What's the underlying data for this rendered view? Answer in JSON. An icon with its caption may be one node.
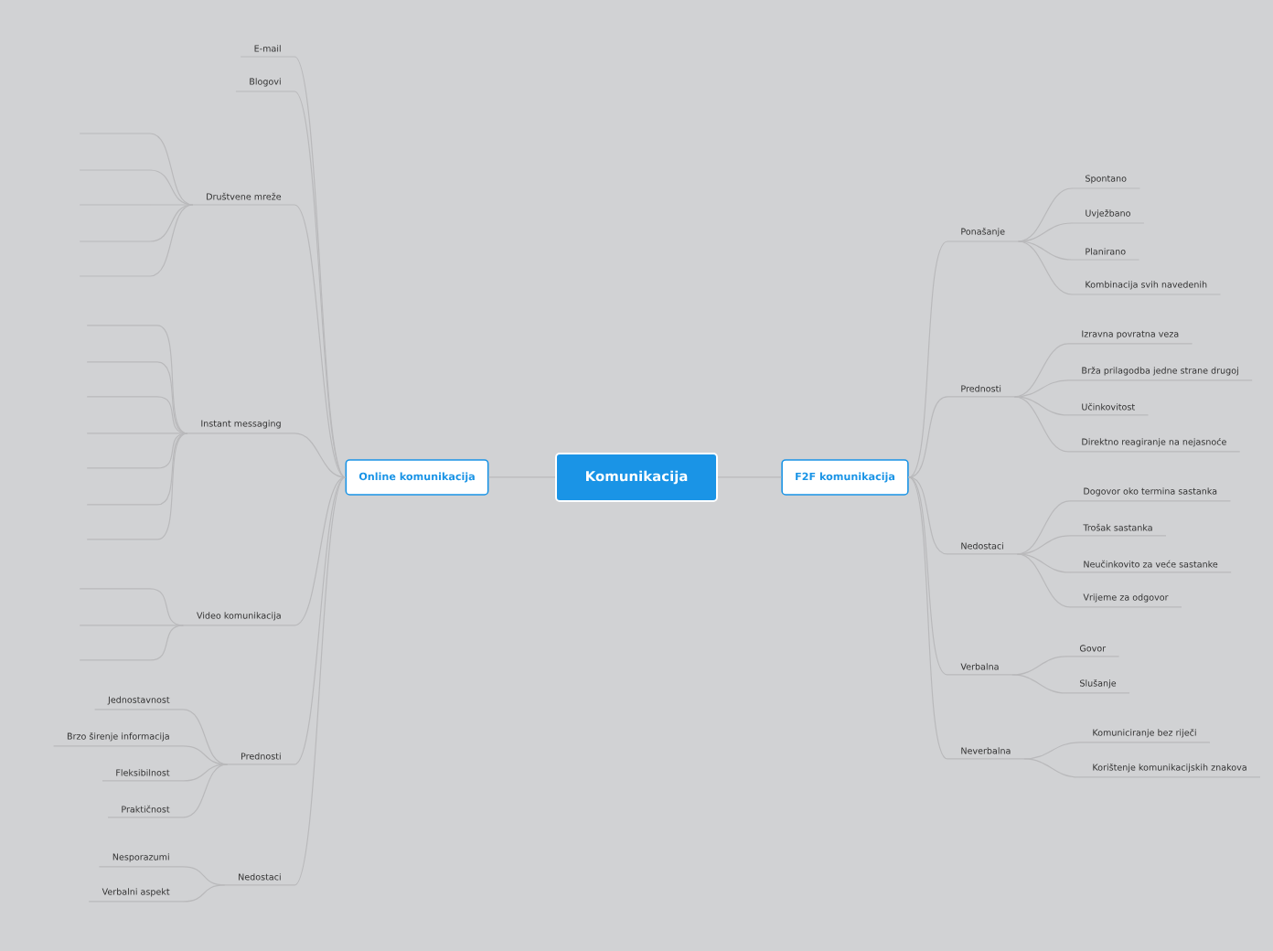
{
  "diagram": {
    "nodes": [
      {
        "text": [
          "Komunikacija"
        ]
      },
      {
        "text": [
          "Online komunikacija"
        ]
      },
      {
        "text": [
          "F2F komunikacija"
        ]
      },
      {
        "text": [
          "E-mail"
        ]
      },
      {
        "text": [
          "Blogovi"
        ]
      },
      {
        "text": [
          "Društvene mreže"
        ]
      },
      {
        "text": [],
        "shape": "line"
      },
      {
        "text": [],
        "shape": "line"
      },
      {
        "text": [],
        "shape": "line"
      },
      {
        "text": [],
        "shape": "line"
      },
      {
        "text": [],
        "shape": "line"
      },
      {
        "text": [
          "Instant messaging"
        ]
      },
      {
        "text": [],
        "shape": "line"
      },
      {
        "text": [],
        "shape": "line"
      },
      {
        "text": [],
        "shape": "line"
      },
      {
        "text": [],
        "shape": "line"
      },
      {
        "text": [],
        "shape": "line"
      },
      {
        "text": [],
        "shape": "line"
      },
      {
        "text": [],
        "shape": "line"
      },
      {
        "text": [
          "Video komunikacija"
        ]
      },
      {
        "text": [],
        "shape": "line"
      },
      {
        "text": [],
        "shape": "line"
      },
      {
        "text": [],
        "shape": "line"
      },
      {
        "text": [
          "Prednosti"
        ]
      },
      {
        "text": [
          "Jednostavnost"
        ]
      },
      {
        "text": [
          "Brzo širenje informacija"
        ]
      },
      {
        "text": [
          "Fleksibilnost"
        ]
      },
      {
        "text": [
          "Praktičnost"
        ]
      },
      {
        "text": [
          "Nedostaci"
        ]
      },
      {
        "text": [
          "Nesporazumi"
        ]
      },
      {
        "text": [
          "Verbalni aspekt"
        ]
      },
      {
        "text": [
          "Ponašanje"
        ]
      },
      {
        "text": [
          "Spontano"
        ]
      },
      {
        "text": [
          "Uvježbano"
        ]
      },
      {
        "text": [
          "Planirano"
        ]
      },
      {
        "text": [
          "Kombinacija svih navedenih"
        ]
      },
      {
        "text": [
          "Prednosti"
        ]
      },
      {
        "text": [
          "Izravna povratna veza"
        ]
      },
      {
        "text": [
          "Brža prilagodba jedne strane drugoj"
        ]
      },
      {
        "text": [
          "Učinkovitost"
        ]
      },
      {
        "text": [
          "Direktno reagiranje na nejasnoće"
        ]
      },
      {
        "text": [
          "Nedostaci"
        ]
      },
      {
        "text": [
          "Dogovor oko termina sastanka"
        ]
      },
      {
        "text": [
          "Trošak sastanka"
        ]
      },
      {
        "text": [
          "Neučinkovito za veće sastanke"
        ]
      },
      {
        "text": [
          "Vrijeme za odgovor"
        ]
      },
      {
        "text": [
          "Verbalna"
        ]
      },
      {
        "text": [
          "Govor"
        ]
      },
      {
        "text": [
          "Slušanje"
        ]
      },
      {
        "text": [
          "Neverbalna"
        ]
      },
      {
        "text": [
          "Komuniciranje bez riječi"
        ]
      },
      {
        "text": [
          "Korištenje komunikacijskih znakova"
        ]
      }
    ],
    "edges": [
      {
        "from": 0,
        "to": 1,
        "arrow": "none"
      },
      {
        "from": 0,
        "to": 2,
        "arrow": "none"
      },
      {
        "from": 1,
        "to": 3,
        "arrow": "none"
      },
      {
        "from": 1,
        "to": 4,
        "arrow": "none"
      },
      {
        "from": 1,
        "to": 5,
        "arrow": "none"
      },
      {
        "from": 5,
        "to": 6,
        "arrow": "none"
      },
      {
        "from": 5,
        "to": 7,
        "arrow": "none"
      },
      {
        "from": 5,
        "to": 8,
        "arrow": "none"
      },
      {
        "from": 5,
        "to": 9,
        "arrow": "none"
      },
      {
        "from": 5,
        "to": 10,
        "arrow": "none"
      },
      {
        "from": 1,
        "to": 11,
        "arrow": "none"
      },
      {
        "from": 11,
        "to": 12,
        "arrow": "none"
      },
      {
        "from": 11,
        "to": 13,
        "arrow": "none"
      },
      {
        "from": 11,
        "to": 14,
        "arrow": "none"
      },
      {
        "from": 11,
        "to": 15,
        "arrow": "none"
      },
      {
        "from": 11,
        "to": 16,
        "arrow": "none"
      },
      {
        "from": 11,
        "to": 17,
        "arrow": "none"
      },
      {
        "from": 11,
        "to": 18,
        "arrow": "none"
      },
      {
        "from": 1,
        "to": 19,
        "arrow": "none"
      },
      {
        "from": 19,
        "to": 20,
        "arrow": "none"
      },
      {
        "from": 19,
        "to": 21,
        "arrow": "none"
      },
      {
        "from": 19,
        "to": 22,
        "arrow": "none"
      },
      {
        "from": 1,
        "to": 23,
        "arrow": "none"
      },
      {
        "from": 23,
        "to": 24,
        "arrow": "none"
      },
      {
        "from": 23,
        "to": 25,
        "arrow": "none"
      },
      {
        "from": 23,
        "to": 26,
        "arrow": "none"
      },
      {
        "from": 23,
        "to": 27,
        "arrow": "none"
      },
      {
        "from": 1,
        "to": 28,
        "arrow": "none"
      },
      {
        "from": 28,
        "to": 29,
        "arrow": "none"
      },
      {
        "from": 28,
        "to": 30,
        "arrow": "none"
      },
      {
        "from": 2,
        "to": 31,
        "arrow": "none"
      },
      {
        "from": 31,
        "to": 32,
        "arrow": "none"
      },
      {
        "from": 31,
        "to": 33,
        "arrow": "none"
      },
      {
        "from": 31,
        "to": 34,
        "arrow": "none"
      },
      {
        "from": 31,
        "to": 35,
        "arrow": "none"
      },
      {
        "from": 2,
        "to": 36,
        "arrow": "none"
      },
      {
        "from": 36,
        "to": 37,
        "arrow": "none"
      },
      {
        "from": 36,
        "to": 38,
        "arrow": "none"
      },
      {
        "from": 36,
        "to": 39,
        "arrow": "none"
      },
      {
        "from": 36,
        "to": 40,
        "arrow": "none"
      },
      {
        "from": 2,
        "to": 41,
        "arrow": "none"
      },
      {
        "from": 41,
        "to": 42,
        "arrow": "none"
      },
      {
        "from": 41,
        "to": 43,
        "arrow": "none"
      },
      {
        "from": 41,
        "to": 44,
        "arrow": "none"
      },
      {
        "from": 41,
        "to": 45,
        "arrow": "none"
      },
      {
        "from": 2,
        "to": 46,
        "arrow": "none"
      },
      {
        "from": 46,
        "to": 47,
        "arrow": "none"
      },
      {
        "from": 46,
        "to": 48,
        "arrow": "none"
      },
      {
        "from": 2,
        "to": 49,
        "arrow": "none"
      },
      {
        "from": 49,
        "to": 50,
        "arrow": "none"
      },
      {
        "from": 49,
        "to": 51,
        "arrow": "none"
      }
    ]
  }
}
